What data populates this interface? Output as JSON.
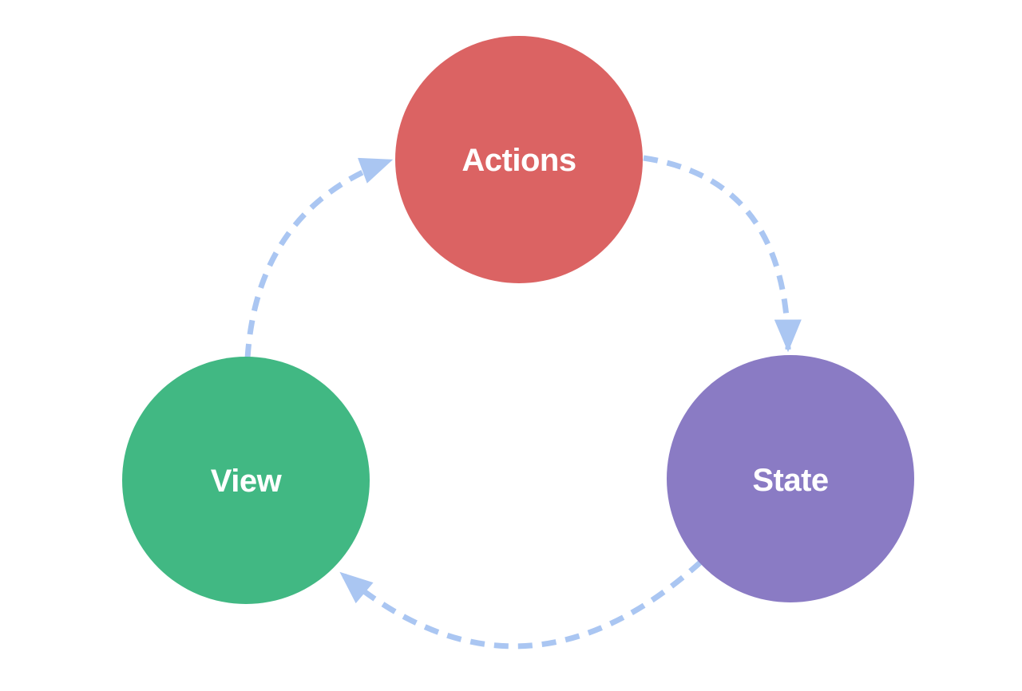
{
  "diagram": {
    "kind": "unidirectional-cycle",
    "background_color": "#ffffff",
    "arrow_color": "#aac6f2",
    "arrow_style": "dashed",
    "label_color": "#ffffff",
    "nodes": [
      {
        "id": "actions",
        "label": "Actions",
        "color": "#db6363"
      },
      {
        "id": "state",
        "label": "State",
        "color": "#8a7bc4"
      },
      {
        "id": "view",
        "label": "View",
        "color": "#41b883"
      }
    ],
    "edges": [
      {
        "from": "actions",
        "to": "state"
      },
      {
        "from": "state",
        "to": "view"
      },
      {
        "from": "view",
        "to": "actions"
      }
    ]
  }
}
